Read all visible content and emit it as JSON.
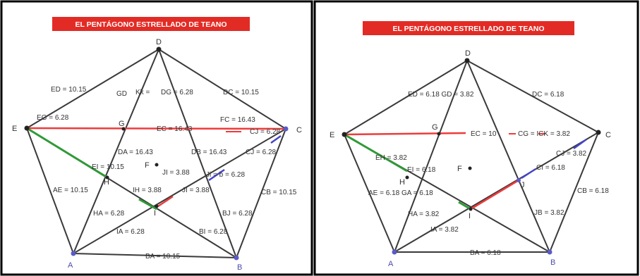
{
  "panels": [
    {
      "title": "EL PENTÁGONO ESTRELLADO DE TEANO",
      "vertices": {
        "A": "A",
        "B": "B",
        "C": "C",
        "D": "D",
        "E": "E",
        "F": "F",
        "G": "G",
        "H": "H",
        "I": "I"
      },
      "labels": [
        "ED = 10.15",
        "GD",
        "Kk =",
        "DG = 6.28",
        "DC = 10.15",
        "EG = 6.28",
        "FC = 16.43",
        "EC = 16.43",
        "CJ = 6.28",
        "DA = 16.43",
        "DB = 16.43",
        "CJ = 6.28",
        "EI = 10.15",
        "JI = 3.88",
        "Ji = b = 6.28",
        "AE = 10.15",
        "IH = 3.88",
        "JI = 3.88",
        "CB = 10.15",
        "HA = 6.28",
        "BJ = 6.28",
        "IA = 6.28",
        "BI = 6.28",
        "BA = 10.15"
      ]
    },
    {
      "title": "EL PENTÁGONO ESTRELLADO DE TEANO",
      "vertices": {
        "A": "A",
        "B": "B",
        "C": "C",
        "D": "D",
        "E": "E",
        "F": "F",
        "G": "G",
        "H": "H",
        "I": "I",
        "J": "J"
      },
      "labels": [
        "ED = 6.18 GD = 3.82",
        "DC = 6.18",
        "EC = 10",
        "CG = ICK = 3.82",
        "EH = 3.82",
        "CJ = 3.82",
        "EI = 6.18",
        "CI = 6.18",
        "AE = 6.18 GA = 6.18",
        "CB = 6.18",
        "HA = 3.82",
        "JB = 3.82",
        "IA = 3.82",
        "BA = 6.18"
      ]
    }
  ]
}
